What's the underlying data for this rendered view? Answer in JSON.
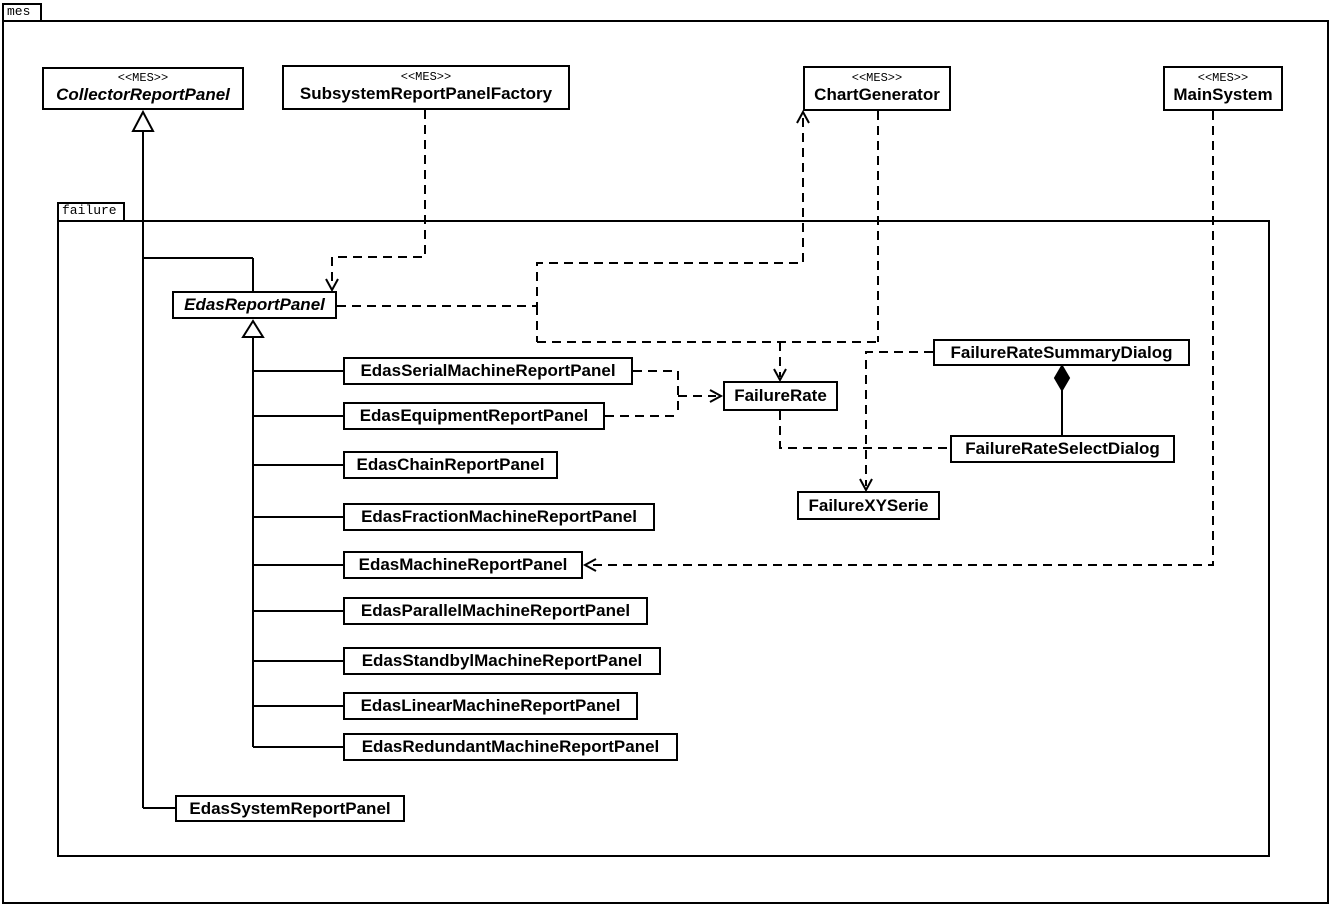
{
  "diagram_type": "uml-class-diagram",
  "packages": [
    {
      "name": "mes"
    },
    {
      "name": "failure"
    }
  ],
  "classes": [
    {
      "name": "CollectorReportPanel",
      "stereotype": "<<MES>>",
      "abstract": true
    },
    {
      "name": "SubsystemReportPanelFactory",
      "stereotype": "<<MES>>",
      "abstract": false
    },
    {
      "name": "ChartGenerator",
      "stereotype": "<<MES>>",
      "abstract": false
    },
    {
      "name": "MainSystem",
      "stereotype": "<<MES>>",
      "abstract": false
    },
    {
      "name": "EdasReportPanel",
      "abstract": true
    },
    {
      "name": "EdasSerialMachineReportPanel",
      "abstract": false
    },
    {
      "name": "EdasEquipmentReportPanel",
      "abstract": false
    },
    {
      "name": "EdasChainReportPanel",
      "abstract": false
    },
    {
      "name": "EdasFractionMachineReportPanel",
      "abstract": false
    },
    {
      "name": "EdasMachineReportPanel",
      "abstract": false
    },
    {
      "name": "EdasParallelMachineReportPanel",
      "abstract": false
    },
    {
      "name": "EdasStandbylMachineReportPanel",
      "abstract": false
    },
    {
      "name": "EdasLinearMachineReportPanel",
      "abstract": false
    },
    {
      "name": "EdasRedundantMachineReportPanel",
      "abstract": false
    },
    {
      "name": "EdasSystemReportPanel",
      "abstract": false
    },
    {
      "name": "FailureRate",
      "abstract": false
    },
    {
      "name": "FailureRateSummaryDialog",
      "abstract": false
    },
    {
      "name": "FailureRateSelectDialog",
      "abstract": false
    },
    {
      "name": "FailureXYSerie",
      "abstract": false
    }
  ],
  "relationships": [
    {
      "type": "generalization",
      "from": "EdasReportPanel",
      "to": "CollectorReportPanel"
    },
    {
      "type": "generalization",
      "from": "EdasSystemReportPanel",
      "to": "CollectorReportPanel"
    },
    {
      "type": "generalization",
      "from": "EdasSerialMachineReportPanel",
      "to": "EdasReportPanel"
    },
    {
      "type": "generalization",
      "from": "EdasEquipmentReportPanel",
      "to": "EdasReportPanel"
    },
    {
      "type": "generalization",
      "from": "EdasChainReportPanel",
      "to": "EdasReportPanel"
    },
    {
      "type": "generalization",
      "from": "EdasFractionMachineReportPanel",
      "to": "EdasReportPanel"
    },
    {
      "type": "generalization",
      "from": "EdasMachineReportPanel",
      "to": "EdasReportPanel"
    },
    {
      "type": "generalization",
      "from": "EdasParallelMachineReportPanel",
      "to": "EdasReportPanel"
    },
    {
      "type": "generalization",
      "from": "EdasStandbylMachineReportPanel",
      "to": "EdasReportPanel"
    },
    {
      "type": "generalization",
      "from": "EdasLinearMachineReportPanel",
      "to": "EdasReportPanel"
    },
    {
      "type": "generalization",
      "from": "EdasRedundantMachineReportPanel",
      "to": "EdasReportPanel"
    },
    {
      "type": "dependency",
      "from": "SubsystemReportPanelFactory",
      "to": "EdasReportPanel"
    },
    {
      "type": "dependency",
      "from": "EdasReportPanel",
      "to": "ChartGenerator"
    },
    {
      "type": "dependency",
      "from": "EdasReportPanel",
      "to": "FailureRate"
    },
    {
      "type": "dependency",
      "from": "ChartGenerator",
      "to": "FailureRate"
    },
    {
      "type": "dependency",
      "from": "EdasSerialMachineReportPanel",
      "to": "FailureRate"
    },
    {
      "type": "dependency",
      "from": "EdasEquipmentReportPanel",
      "to": "FailureRate"
    },
    {
      "type": "dependency",
      "from": "FailureRateSummaryDialog",
      "to": "FailureXYSerie"
    },
    {
      "type": "dependency",
      "from": "FailureRateSelectDialog",
      "to": "FailureRate"
    },
    {
      "type": "dependency",
      "from": "MainSystem",
      "to": "EdasMachineReportPanel"
    },
    {
      "type": "composition",
      "owner": "FailureRateSummaryDialog",
      "part": "FailureRateSelectDialog"
    }
  ],
  "colors": {
    "line": "#000000",
    "background": "#ffffff",
    "box_fill": "#ffffff"
  }
}
